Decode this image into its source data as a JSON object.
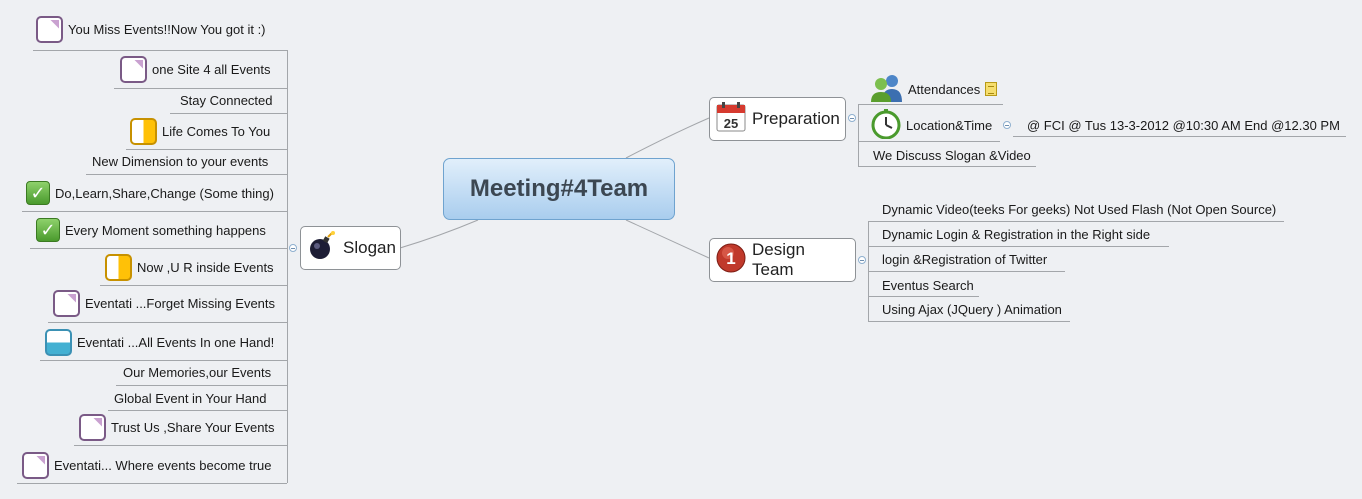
{
  "title": "Meeting#4Team",
  "branches": {
    "slogan": {
      "label": "Slogan",
      "icon": "bomb-icon",
      "items": [
        {
          "text": "You Miss Events!!Now You got it :)",
          "icon": "task-empty"
        },
        {
          "text": "one Site 4 all Events",
          "icon": "task-empty"
        },
        {
          "text": "Stay Connected",
          "icon": ""
        },
        {
          "text": "Life Comes To You",
          "icon": "task-half"
        },
        {
          "text": "New Dimension to your events",
          "icon": ""
        },
        {
          "text": "Do,Learn,Share,Change (Some thing)",
          "icon": "check"
        },
        {
          "text": "Every Moment something happens",
          "icon": "check"
        },
        {
          "text": "Now ,U R inside Events",
          "icon": "task-half"
        },
        {
          "text": "Eventati ...Forget Missing Events",
          "icon": "task-empty"
        },
        {
          "text": "Eventati ...All Events In one Hand!",
          "icon": "task-quarter"
        },
        {
          "text": "Our Memories,our Events",
          "icon": ""
        },
        {
          "text": "Global Event  in Your Hand",
          "icon": ""
        },
        {
          "text": "Trust Us ,Share Your Events",
          "icon": "task-empty"
        },
        {
          "text": "Eventati... Where events become true",
          "icon": "task-empty"
        }
      ]
    },
    "preparation": {
      "label": "Preparation",
      "icon": "calendar-icon",
      "calendar_day": "25",
      "items": [
        {
          "text": "Attendances",
          "icon": "people-icon",
          "note": true
        },
        {
          "text": "Location&Time",
          "icon": "clock-icon",
          "detail": "@  FCI @ Tus 13-3-2012 @10:30 AM End @12.30 PM"
        },
        {
          "text": "We Discuss Slogan &Video",
          "icon": ""
        }
      ]
    },
    "design_team": {
      "label": "Design Team",
      "icon": "priority-1-icon",
      "priority": "1",
      "items": [
        {
          "text": "Dynamic Video(teeks For geeks) Not Used Flash (Not Open Source)"
        },
        {
          "text": "Dynamic Login & Registration in the Right side"
        },
        {
          "text": "login &Registration of Twitter"
        },
        {
          "text": "Eventus Search"
        },
        {
          "text": "Using Ajax (JQuery ) Animation"
        }
      ]
    }
  },
  "colors": {
    "background": "#eef0f3",
    "central_top": "#e1effb",
    "central_bottom": "#a9cdee",
    "line": "#a3a6aa"
  }
}
